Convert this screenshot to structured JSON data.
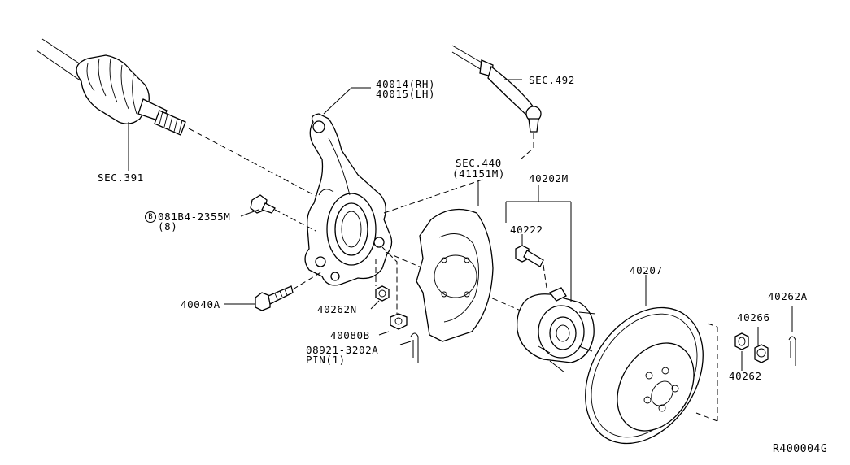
{
  "labels": {
    "sec391": "SEC.391",
    "sec492": "SEC.492",
    "knuckle_rh": "40014(RH)",
    "knuckle_lh": "40015(LH)",
    "sec440": "SEC.440",
    "sec440_sub": "(41151M)",
    "hub_assy": "40202M",
    "hub_bolt": "40222",
    "bolt_circle": "B",
    "bolt_code": "081B4-2355M",
    "bolt_qty": "(8)",
    "bolt_40040a": "40040A",
    "nut_40262n": "40262N",
    "nut_40080b": "40080B",
    "pin_code": "08921-3202A",
    "pin_label": "PIN(1)",
    "rotor": "40207",
    "cotter_40262a": "40262A",
    "cap_40266": "40266",
    "nut_40262": "40262",
    "diagram_code": "R400004G"
  }
}
